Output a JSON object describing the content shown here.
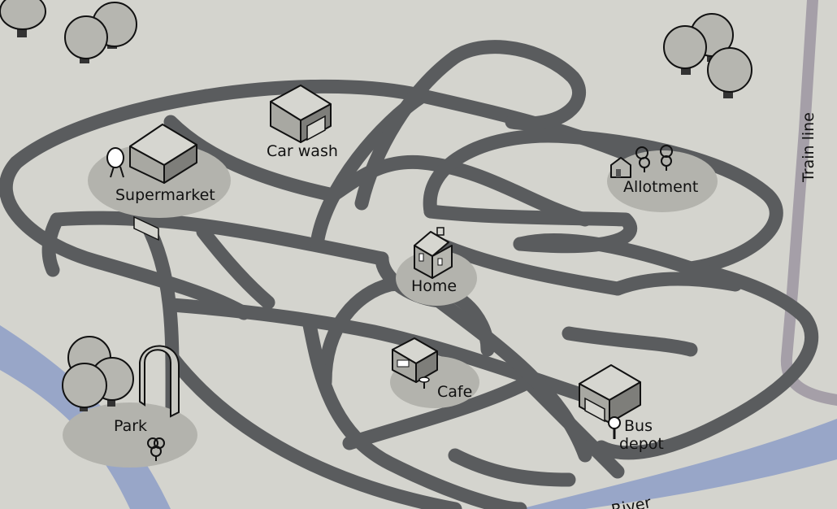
{
  "map": {
    "places": [
      {
        "id": "supermarket",
        "label": "Supermarket",
        "icon": "supermarket-icon"
      },
      {
        "id": "car-wash",
        "label": "Car wash",
        "icon": "car-wash-icon"
      },
      {
        "id": "allotment",
        "label": "Allotment",
        "icon": "allotment-icon"
      },
      {
        "id": "home",
        "label": "Home",
        "icon": "house-icon"
      },
      {
        "id": "cafe",
        "label": "Cafe",
        "icon": "cafe-icon"
      },
      {
        "id": "park",
        "label": "Park",
        "icon": "park-icon"
      },
      {
        "id": "bus-depot",
        "label_line1": "Bus",
        "label_line2": "depot",
        "icon": "bus-depot-icon"
      }
    ],
    "features": {
      "train_line": "Train line",
      "river": "River"
    },
    "colors": {
      "background": "#d4d4ce",
      "road": "#5a5c5e",
      "river": "#98a6c8",
      "train_line": "#a59fa8",
      "place_area": "#b3b3ad"
    }
  }
}
